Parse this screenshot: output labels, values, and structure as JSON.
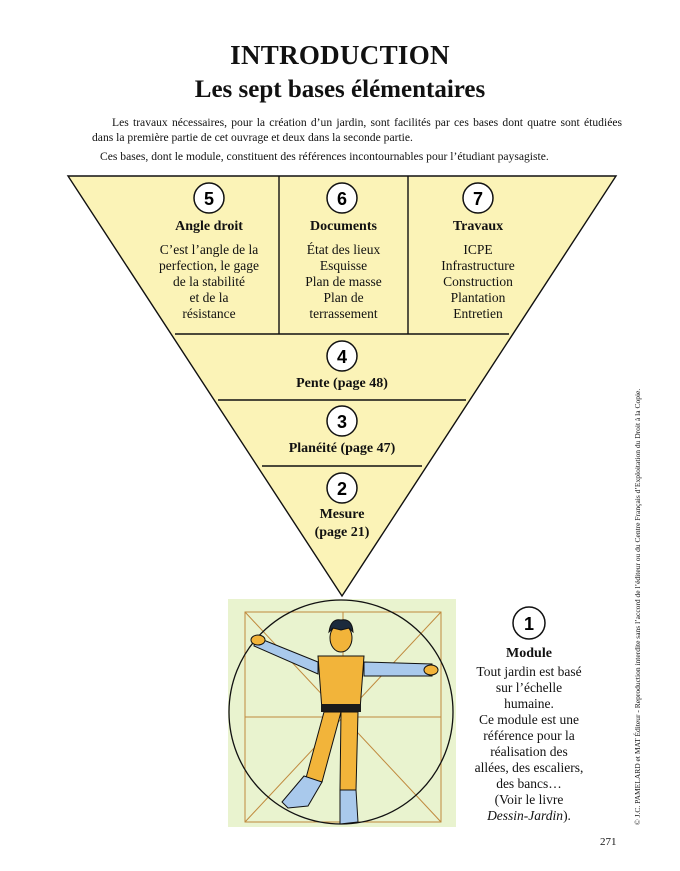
{
  "header": {
    "title": "INTRODUCTION",
    "subtitle": "Les sept bases élémentaires"
  },
  "intro": {
    "p1": "Les travaux nécessaires, pour la création d’un jardin, sont facilités par ces bases dont quatre sont étudiées dans la première partie de cet ouvrage et deux dans la seconde partie.",
    "p2": "Ces bases, dont le module, constituent des références incontournables pour l’étudiant paysagiste."
  },
  "colors": {
    "triangle_fill": "#fbf3b7",
    "figure_background": "#e9f3cf",
    "suit_orange": "#f2b43a",
    "sleeve_blue": "#a9c9ec",
    "guide_lines": "#c08a3e",
    "outline": "#111111"
  },
  "bases": {
    "b5": {
      "number": "5",
      "title": "Angle droit",
      "lines": [
        "C’est l’angle de la",
        "perfection, le gage",
        "de la stabilité",
        "et de la",
        "résistance"
      ]
    },
    "b6": {
      "number": "6",
      "title": "Documents",
      "lines": [
        "État des lieux",
        "Esquisse",
        "Plan de masse",
        "Plan de",
        "terrassement"
      ]
    },
    "b7": {
      "number": "7",
      "title": "Travaux",
      "lines": [
        "ICPE",
        "Infrastructure",
        "Construction",
        "Plantation",
        "Entretien"
      ]
    },
    "b4": {
      "number": "4",
      "label": "Pente (page 48)"
    },
    "b3": {
      "number": "3",
      "label": "Planéité (page 47)"
    },
    "b2": {
      "number": "2",
      "label_line1": "Mesure",
      "label_line2": "(page 21)"
    },
    "b1": {
      "number": "1",
      "title": "Module",
      "lines": [
        "Tout jardin est basé",
        "sur l’échelle",
        "humaine.",
        "Ce module est une",
        "référence pour la",
        "réalisation des",
        "allées, des escaliers,",
        "des bancs…",
        "(Voir le livre"
      ],
      "book_title": "Dessin-Jardin",
      "book_suffix": ")."
    }
  },
  "footer": {
    "copyright": "© J.C. PAMELARD et MAT Éditeur - Reproduction interdite sans l’accord de l’éditeur ou du Centre Français d’Exploitation du Droit à la Copie.",
    "page_number": "271"
  }
}
